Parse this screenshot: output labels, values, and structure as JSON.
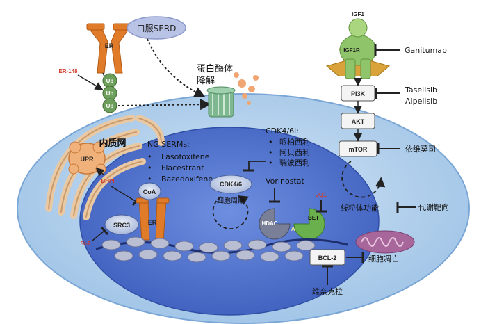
{
  "labels": {
    "oral_serd": "口服SERD",
    "er_top": "ER",
    "er148": "ER-148",
    "ub1": "Ub",
    "ub2": "Ub",
    "ub3": "Ub",
    "proteasome_l1": "蛋白酶体",
    "proteasome_l2": "降解",
    "igf1": "IGF1",
    "igf1r": "IGF1R",
    "ganitumab": "Ganitumab",
    "pi3k": "PI3K",
    "taselisib": "Taselisib",
    "alpelisib": "Alpelisib",
    "akt": "AKT",
    "mtor": "mTOR",
    "everolimus": "依维莫司",
    "mito_func": "线粒体功能",
    "metabolic": "代谢靶向",
    "bcl2": "BCL-2",
    "apoptosis": "细胞凋亡",
    "venetoclax": "维奈克拉",
    "er_network": "内质网",
    "upr": "UPR",
    "bhpi": "BHPI",
    "ng_serms_title": "NG SERMs:",
    "ng_serms": [
      "Lasofoxifene",
      "Flacestrant",
      "Bazedoxifene"
    ],
    "cdk_title": "CDK4/6i:",
    "cdk_drugs": [
      "哌柏西利",
      "阿贝西利",
      "瑞波西利"
    ],
    "cdk46": "CDK4/6",
    "cell_cycle": "细胞周期",
    "vorinostat": "Vorinostat",
    "hdac": "HDAC",
    "ac": "Ac",
    "bet": "BET",
    "jq1": "JQ1",
    "coa": "CoA",
    "er_nuc": "ER",
    "src3": "SRC3",
    "si2": "SI-2"
  },
  "colors": {
    "cell": "#b5d3ee",
    "nucleus": "#4a6fc9",
    "er_orange": "#e07b2a",
    "ub_green": "#6d9e5b",
    "inhibitor_red": "#d23c2c",
    "igf_green": "#8fc46a",
    "text": "#222222"
  }
}
